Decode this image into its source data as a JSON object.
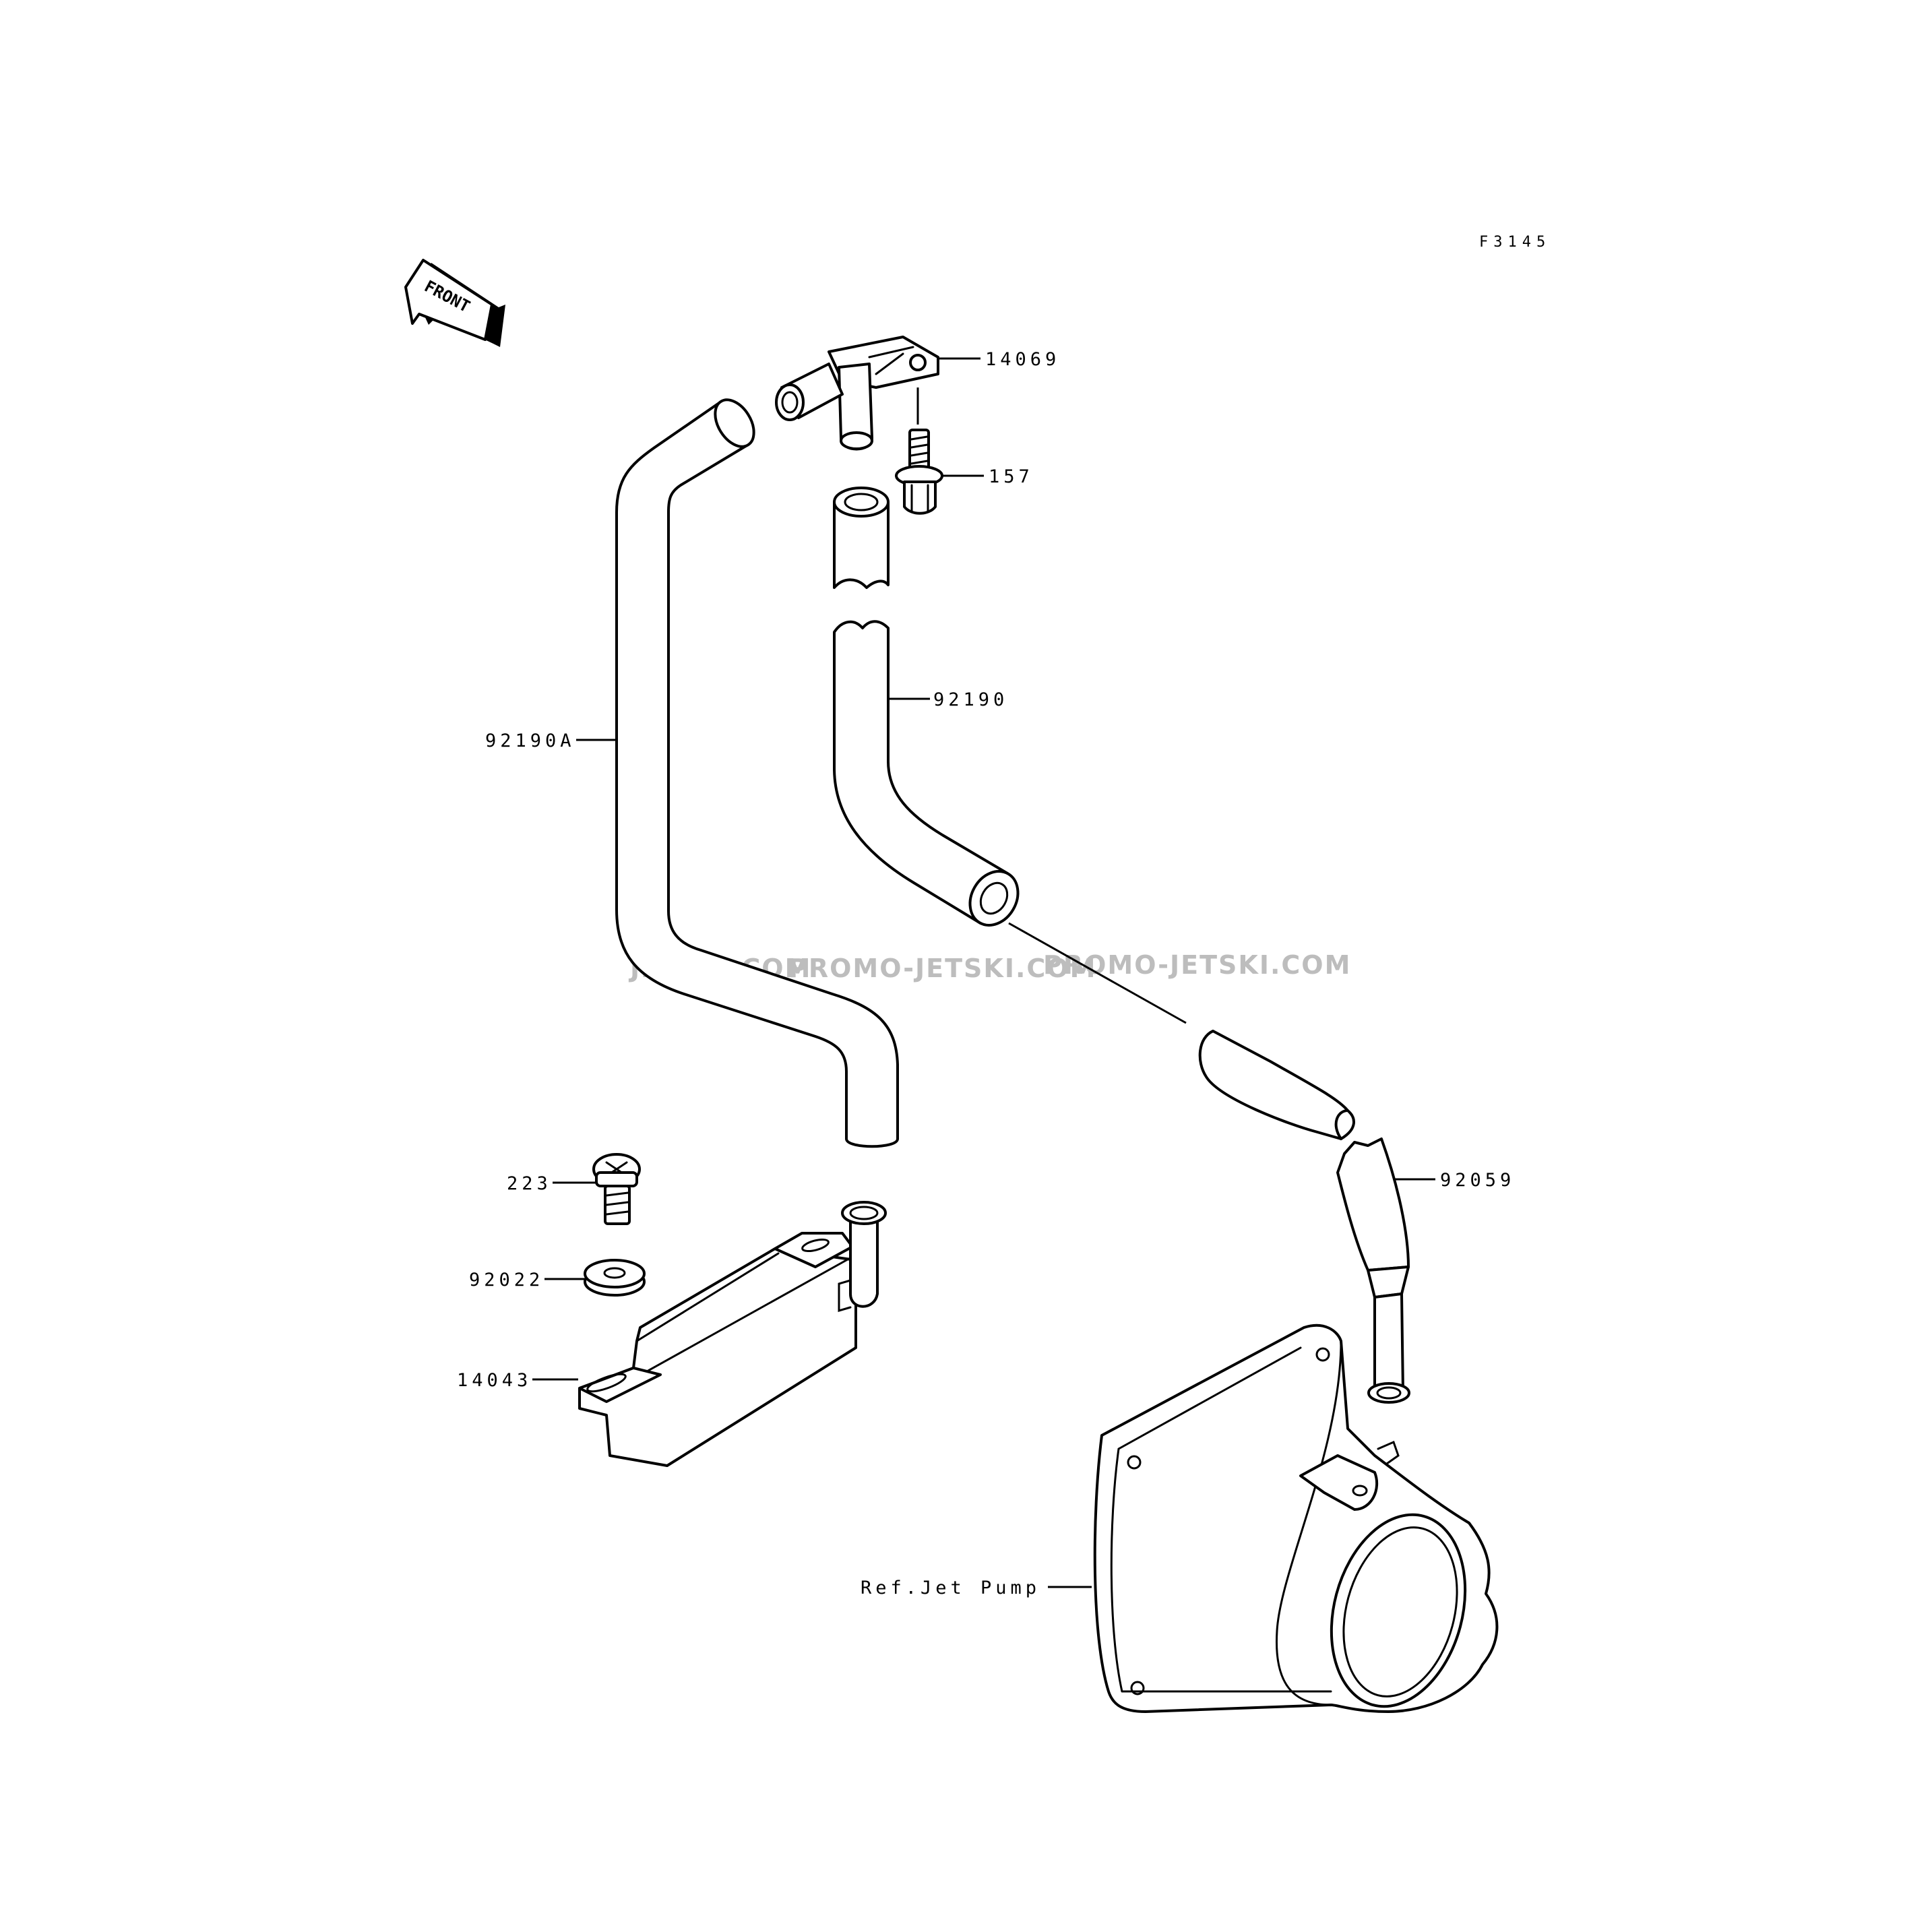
{
  "figure_code": "F3145",
  "front_arrow_text": "FRONT",
  "watermark": {
    "segment_1": "JETSKI.COM",
    "segment_2": "PROMO-JETSKI.COM",
    "segment_3": "PROMO-JETSKI.COM"
  },
  "part_labels": {
    "p14069": "14069",
    "p157": "157",
    "p92190": "92190",
    "p92190a": "92190A",
    "p92059": "92059",
    "p223": "223",
    "p92022": "92022",
    "p14043": "14043",
    "ref_jet_pump": "Ref.Jet Pump"
  },
  "colors": {
    "line": "#000000",
    "background": "#ffffff",
    "watermark": "#bdbdbd"
  }
}
